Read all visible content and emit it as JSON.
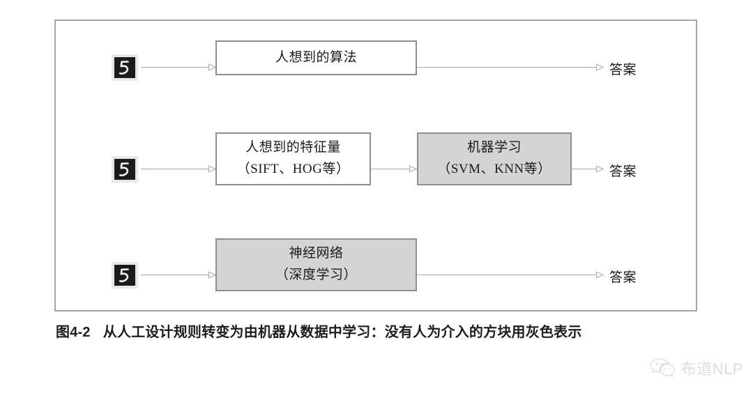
{
  "figure": {
    "caption_number": "图4-2",
    "caption_text": "从人工设计规则转变为由机器从数据中学习：没有人为介入的方块用灰色表示",
    "frame_border_color": "#a6a6a6",
    "connector_color": "#a9a9a9",
    "gray_box_fill": "#d4d4d4",
    "box_border_color": "#8e8e8e"
  },
  "rows": [
    {
      "id": "row-1",
      "input_icon": "mnist-digit-five-icon",
      "boxes": [
        {
          "name": "human-designed-algorithm-box",
          "line1": "人想到的算法",
          "line2": "",
          "gray": false
        }
      ],
      "output_label": "答案"
    },
    {
      "id": "row-2",
      "input_icon": "mnist-digit-five-icon",
      "boxes": [
        {
          "name": "human-designed-features-box",
          "line1": "人想到的特征量",
          "line2": "（SIFT、HOG等）",
          "gray": false
        },
        {
          "name": "machine-learning-box",
          "line1": "机器学习",
          "line2": "（SVM、KNN等）",
          "gray": true
        }
      ],
      "output_label": "答案"
    },
    {
      "id": "row-3",
      "input_icon": "mnist-digit-five-icon",
      "boxes": [
        {
          "name": "neural-network-box",
          "line1": "神经网络",
          "line2": "（深度学习）",
          "gray": true
        }
      ],
      "output_label": "答案"
    }
  ],
  "watermark": {
    "icon": "wechat-logo-icon",
    "text": "布道NLP",
    "color": "#dcdcdc"
  }
}
